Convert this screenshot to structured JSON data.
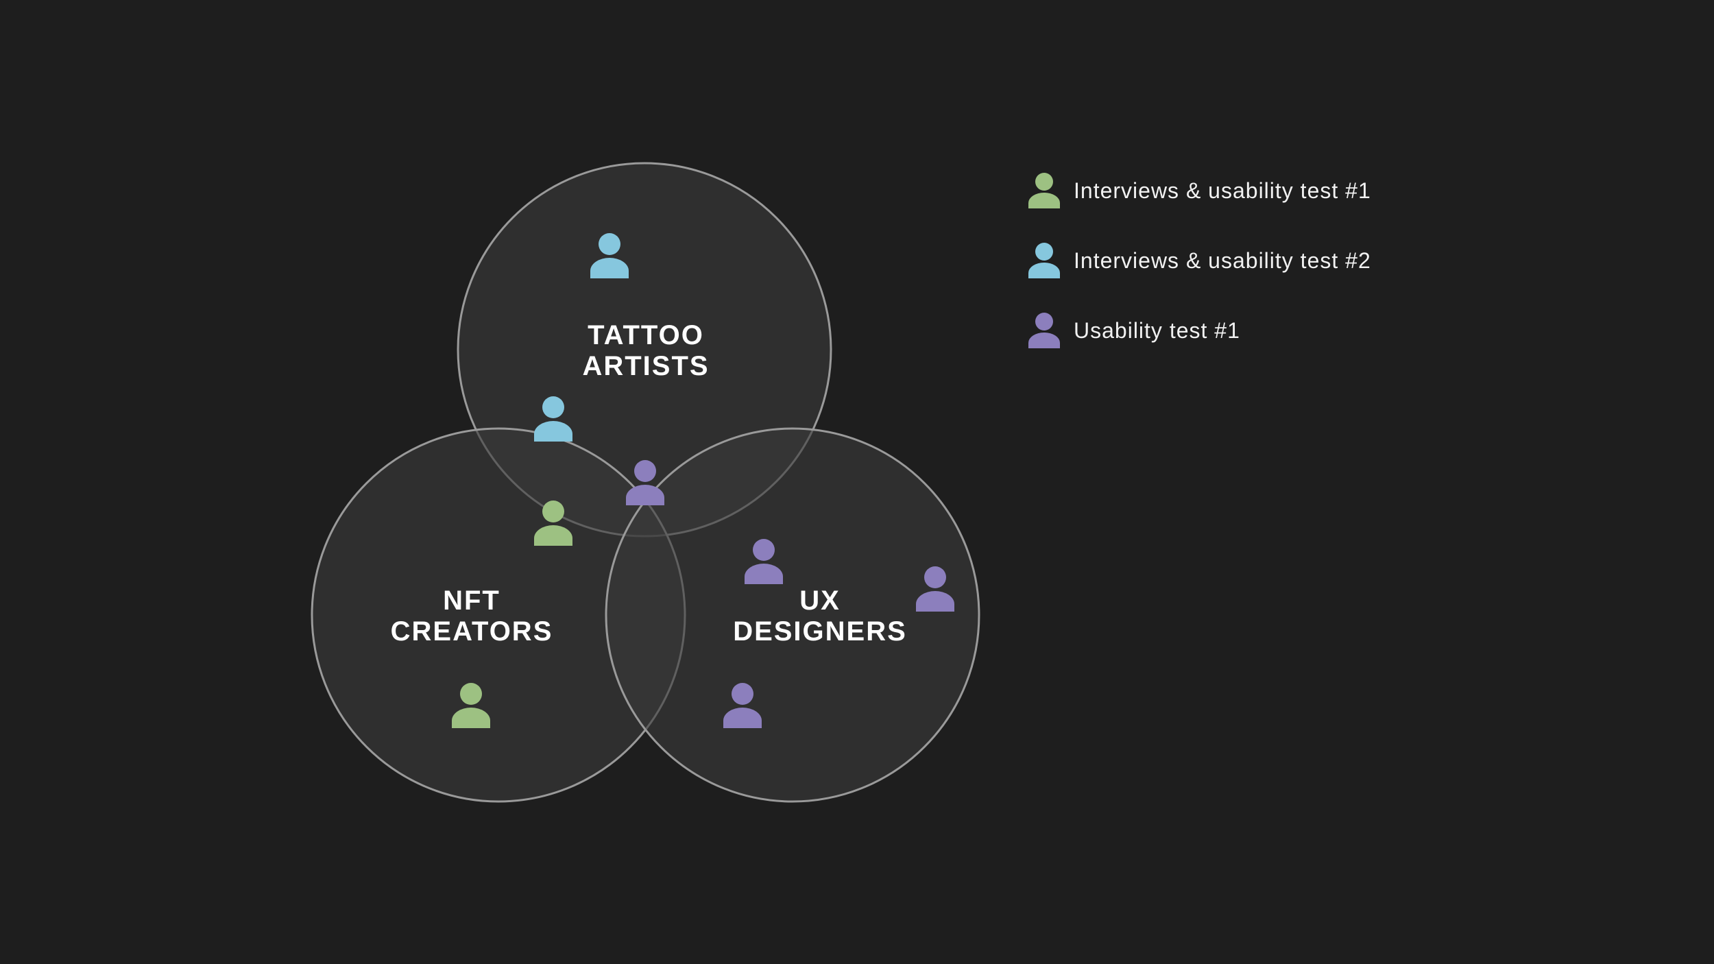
{
  "colors": {
    "background": "#1e1e1e",
    "circle_fill": "#3a3a3a",
    "circle_stroke": "#9a9a9a",
    "green": "#9dc182",
    "blue": "#86c7de",
    "purple": "#8c7fbd"
  },
  "circles": {
    "tattoo": {
      "line1": "TATTOO",
      "line2": "ARTISTS"
    },
    "nft": {
      "line1": "NFT",
      "line2": "CREATORS"
    },
    "ux": {
      "line1": "UX",
      "line2": "DESIGNERS"
    }
  },
  "legend": [
    {
      "label": "Interviews & usability test #1",
      "icon": "person-icon",
      "color": "green"
    },
    {
      "label": "Interviews & usability test #2",
      "icon": "person-icon",
      "color": "blue"
    },
    {
      "label": "Usability test #1",
      "icon": "person-icon",
      "color": "purple"
    }
  ],
  "participants": [
    {
      "group": "tattoo-artists",
      "color": "blue"
    },
    {
      "group": "tattoo-artists-nft-creators",
      "color": "blue"
    },
    {
      "group": "nft-creators-tattoo-artists",
      "color": "green"
    },
    {
      "group": "all-three",
      "color": "purple"
    },
    {
      "group": "nft-creators",
      "color": "green"
    },
    {
      "group": "ux-designers",
      "color": "purple"
    },
    {
      "group": "ux-designers",
      "color": "purple"
    },
    {
      "group": "ux-designers",
      "color": "purple"
    }
  ]
}
